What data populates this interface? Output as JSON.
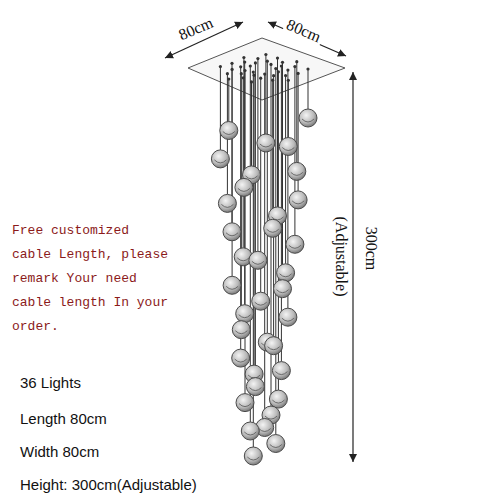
{
  "diagram": {
    "labels": [
      "80cm",
      "80cm",
      "300cm",
      "(Adjustable)",
      "Free customized cable Length, please remark Your need cable length In your order.",
      "36 Lights",
      "Length 80cm",
      "Width 80cm",
      "Height: 300cm(Adjustable)"
    ]
  }
}
